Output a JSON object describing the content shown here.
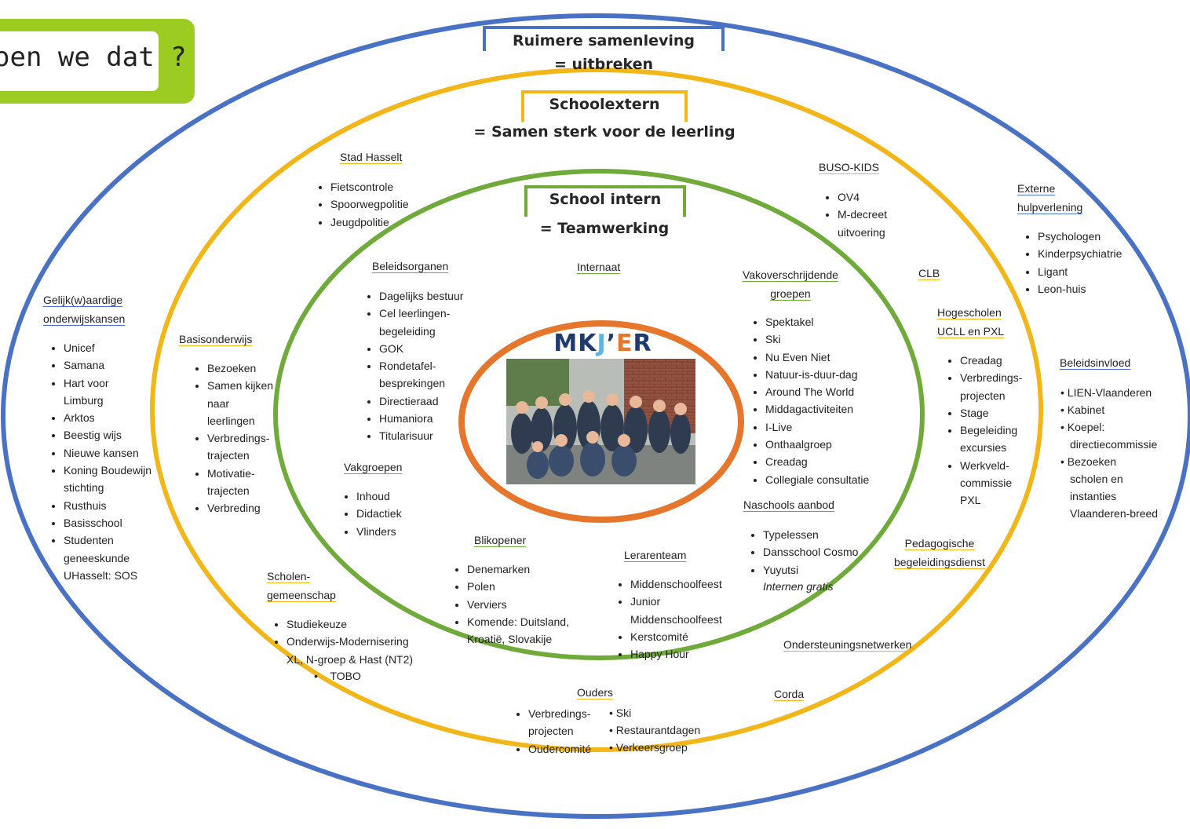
{
  "callout": {
    "text": "oen we dat ?"
  },
  "rings": {
    "outer": {
      "color": "#4a72c4",
      "title": "Ruimere samenleving",
      "subtitle": "= uitbreken"
    },
    "middle": {
      "color": "#f2b619",
      "title": "Schoolextern",
      "subtitle": "= Samen sterk voor de leerling"
    },
    "inner": {
      "color": "#6faa3a",
      "title": "School intern",
      "subtitle": "= Teamwerking"
    },
    "core": {
      "color": "#e5762c",
      "logo_letters": [
        "M",
        "K",
        "J",
        "’",
        "E",
        "R"
      ],
      "logo_colors": [
        "#1f3b6e",
        "#1f3b6e",
        "#5ab4e5",
        "#1f3b6e",
        "#e5762c",
        "#1f3b6e"
      ]
    }
  },
  "outer_groups": {
    "gelijkwaardig": {
      "title": "Gelijk(w)aardige\nonderwijskansen",
      "items": [
        "Unicef",
        "Samana",
        "Hart voor\nLimburg",
        "Arktos",
        "Beestig wijs",
        "Nieuwe kansen",
        "Koning Boudewijn\nstichting",
        "Rusthuis",
        "Basisschool",
        "Studenten\ngeneeskunde\nUHasselt: SOS"
      ]
    },
    "externe_hulpverlening": {
      "title": "Externe\nhulpverlening",
      "items": [
        "Psychologen",
        "Kinderpsychiatrie",
        "Ligant",
        "Leon-huis"
      ]
    },
    "beleidsinvloed": {
      "title": "Beleidsinvloed",
      "items": [
        "LIEN-Vlaanderen",
        "Kabinet",
        "Koepel:\ndirectiecommissie",
        "Bezoeken\nscholen en\ninstanties\nVlaanderen-breed"
      ]
    }
  },
  "middle_groups": {
    "stad_hasselt": {
      "title": "Stad Hasselt",
      "items": [
        "Fietscontrole",
        "Spoorwegpolitie",
        "Jeugdpolitie"
      ]
    },
    "buso_kids": {
      "title": "BUSO-KIDS",
      "items": [
        "OV4",
        "M-decreet\nuitvoering"
      ]
    },
    "clb": {
      "title": "CLB"
    },
    "hogescholen": {
      "title": "Hogescholen\nUCLL en PXL",
      "items": [
        "Creadag",
        "Verbredings-\nprojecten",
        "Stage",
        "Begeleiding\nexcursies",
        "Werkveld-\ncommissie\nPXL"
      ]
    },
    "basisonderwijs": {
      "title": "Basisonderwijs",
      "items": [
        "Bezoeken",
        "Samen kijken\nnaar\nleerlingen",
        "Verbredings-\ntrajecten",
        "Motivatie-\ntrajecten",
        "Verbreding"
      ]
    },
    "pedagogische": {
      "title": "Pedagogische\nbegeleidingsdienst"
    },
    "scholengemeenschap": {
      "title": "Scholen-\ngemeenschap",
      "items": [
        "Studiekeuze",
        "Onderwijs-Modernisering\nXL, N-groep & Hast (NT2)"
      ],
      "subitem": "TOBO"
    },
    "ondersteuningsnetwerken": {
      "title": "Ondersteuningsnetwerken"
    },
    "ouders": {
      "title": "Ouders",
      "items_left": [
        "Verbredings-\nprojecten",
        "Oudercomité"
      ],
      "items_right": [
        "Ski",
        "Restaurantdagen",
        "Verkeersgroep"
      ]
    },
    "corda": {
      "title": "Corda"
    }
  },
  "inner_groups": {
    "beleidsorganen": {
      "title": "Beleidsorganen",
      "items": [
        "Dagelijks bestuur",
        "Cel leerlingen-\nbegeleiding",
        "GOK",
        "Rondetafel-\nbesprekingen",
        "Directieraad",
        "Humaniora",
        "Titularisuur"
      ]
    },
    "internaat": {
      "title": "Internaat"
    },
    "vakoverschrijdende": {
      "title": "Vakoverschrijdende\ngroepen",
      "items": [
        "Spektakel",
        "Ski",
        "Nu Even Niet",
        "Natuur-is-duur-dag",
        "Around The World",
        "Middagactiviteiten",
        "I-Live",
        "Onthaalgroep",
        "Creadag",
        "Collegiale consultatie"
      ]
    },
    "vakgroepen": {
      "title": "Vakgroepen",
      "items": [
        "Inhoud",
        "Didactiek",
        "Vlinders"
      ]
    },
    "naschools": {
      "title": "Naschools aanbod",
      "items": [
        "Typelessen",
        "Dansschool Cosmo",
        "Yuyutsi"
      ],
      "note": "Internen gratis"
    },
    "blikopener": {
      "title": "Blikopener",
      "items": [
        "Denemarken",
        "Polen",
        "Verviers",
        "Komende: Duitsland,\nKroatië, Slovakije"
      ]
    },
    "lerarenteam": {
      "title": "Lerarenteam",
      "items": [
        "Middenschoolfeest",
        "Junior\nMiddenschoolfeest",
        "Kerstcomité",
        "Happy Hour"
      ]
    }
  }
}
